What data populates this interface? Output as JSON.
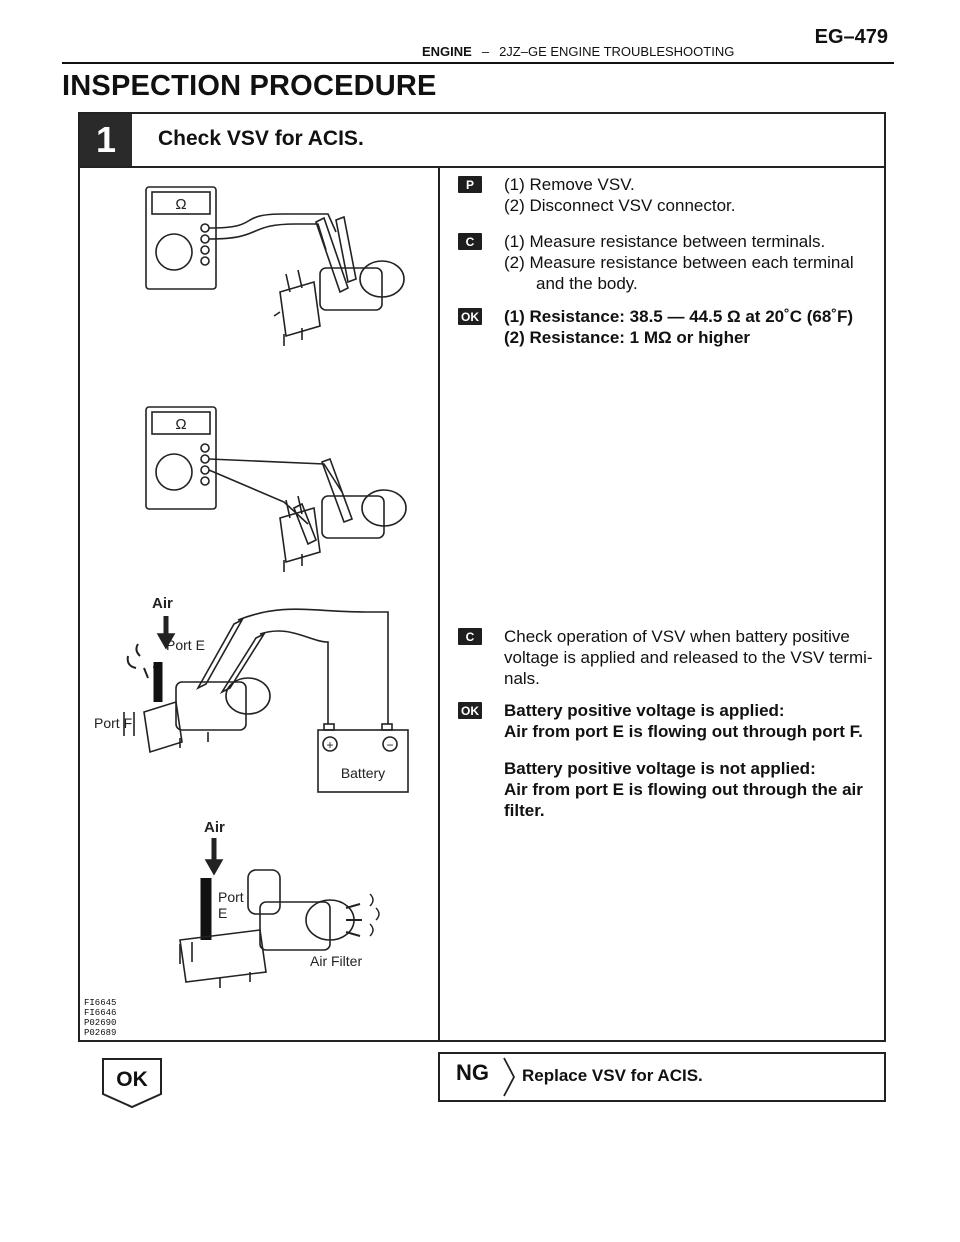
{
  "header": {
    "section": "ENGINE",
    "separator": "–",
    "subsection": "2JZ–GE ENGINE TROUBLESHOOTING",
    "page_code": "EG–479"
  },
  "page_title": "INSPECTION PROCEDURE",
  "step": {
    "number": "1",
    "title": "Check VSV for ACIS."
  },
  "blocks": {
    "prepare": {
      "tag": "P",
      "lines": [
        "(1)  Remove VSV.",
        "(2)  Disconnect VSV connector."
      ]
    },
    "check1": {
      "tag": "C",
      "lines": [
        "(1)  Measure resistance between terminals.",
        "(2)  Measure resistance between each terminal",
        "and the body."
      ]
    },
    "ok1": {
      "tag": "OK",
      "lines": [
        "(1)  Resistance:  38.5 — 44.5 Ω at 20˚C (68˚F)",
        "(2)  Resistance:  1 MΩ or higher"
      ]
    },
    "check2": {
      "tag": "C",
      "lines": [
        "Check operation of VSV when battery positive",
        "voltage is applied and released to the VSV termi-",
        "nals."
      ]
    },
    "ok2": {
      "tag": "OK",
      "applied_title": "Battery positive voltage is applied:",
      "applied_text": "Air from port E is flowing out through port F.",
      "not_applied_title": "Battery positive voltage is not applied:",
      "not_applied_text_1": "Air from port E is flowing out through the air",
      "not_applied_text_2": "filter."
    }
  },
  "figure": {
    "label_air_1": "Air",
    "label_port_e_1": "Port E",
    "label_port_f": "Port F",
    "label_battery": "Battery",
    "label_plus": "+",
    "label_minus": "−",
    "label_air_2": "Air",
    "label_port_2": "Port",
    "label_e_2": "E",
    "label_air_filter": "Air Filter",
    "meter_symbol": "Ω",
    "ids": [
      "FI6645",
      "FI6646",
      "P02690",
      "P02689"
    ]
  },
  "results": {
    "ok_label": "OK",
    "ng_label": "NG",
    "ng_action": "Replace VSV for ACIS."
  }
}
